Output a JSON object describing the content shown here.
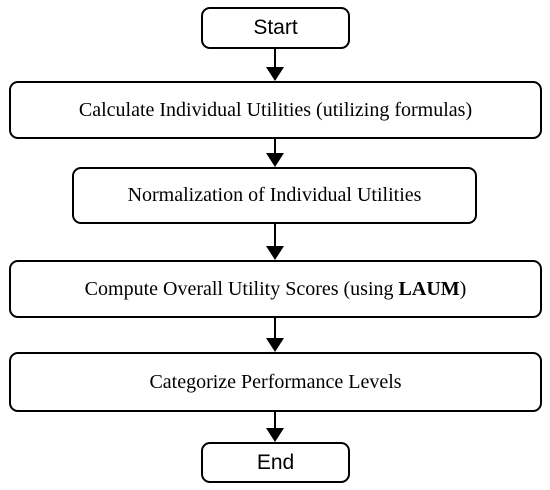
{
  "flowchart": {
    "start": "Start",
    "steps": [
      {
        "label": "Calculate Individual Utilities (utilizing formulas)"
      },
      {
        "label": "Normalization of Individual Utilities"
      },
      {
        "prefix": "Compute Overall Utility Scores (using ",
        "emphasis": "LAUM",
        "suffix": ")"
      },
      {
        "label": "Categorize Performance Levels"
      }
    ],
    "end": "End"
  },
  "colors": {
    "stroke": "#000000",
    "fill": "#ffffff"
  }
}
